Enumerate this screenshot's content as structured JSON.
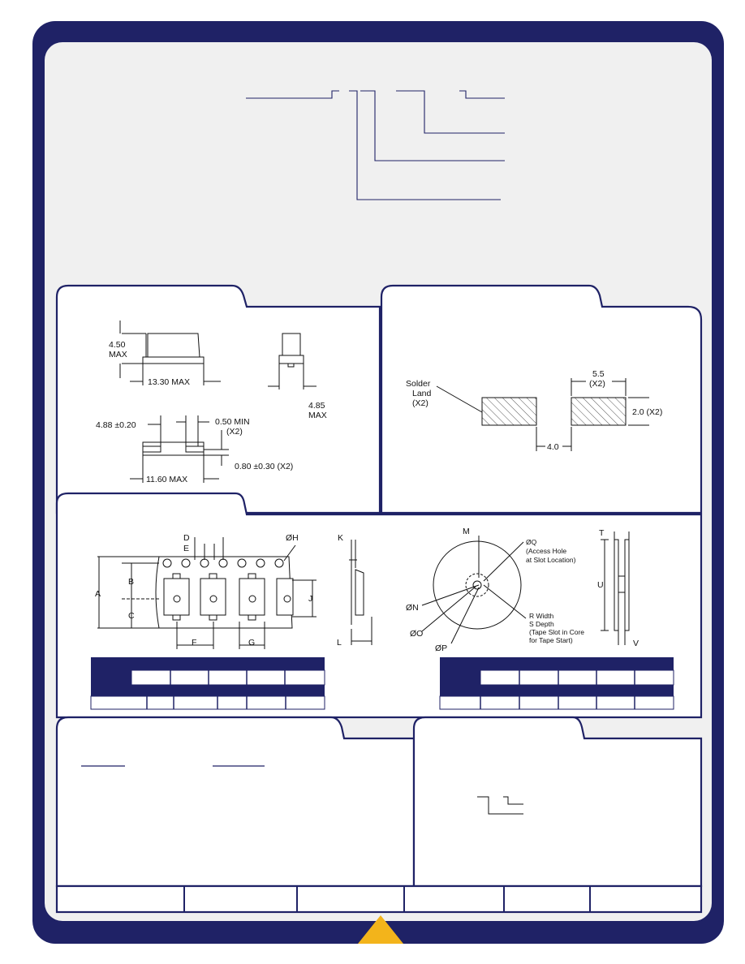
{
  "colors": {
    "frame": "#1f2266",
    "panel": "#f0f0f0",
    "accent": "#f3b41b",
    "hatch": "#555555"
  },
  "package": {
    "height_top": "4.50",
    "height_bottom": "MAX",
    "width": "13.30 MAX",
    "side_depth_top": "4.85",
    "side_depth_bottom": "MAX",
    "pitch": "4.88 ±0.20",
    "pad_gap_top": "0.50 MIN",
    "pad_gap_bottom": "(X2)",
    "pad_len": "0.80 ±0.30 (X2)",
    "body_len": "11.60 MAX"
  },
  "land": {
    "solder_1": "Solder",
    "solder_2": "Land",
    "solder_3": "(X2)",
    "width_top": "5.5",
    "width_bottom": "(X2)",
    "height": "2.0 (X2)",
    "gap": "4.0"
  },
  "tape": {
    "D": "D",
    "E": "E",
    "H": "ØH",
    "K": "K",
    "A": "A",
    "B": "B",
    "C": "C",
    "J": "J",
    "F": "F",
    "G": "G",
    "L": "L"
  },
  "reel": {
    "M": "M",
    "Q1": "ØQ",
    "Q2": "(Access Hole",
    "Q3": "at Slot Location)",
    "N": "ØN",
    "O": "ØO",
    "P": "ØP",
    "R1": "R Width",
    "R2": "S Depth",
    "R3": "(Tape Slot in Core",
    "R4": "for Tape Start)",
    "T": "T",
    "U": "U",
    "V": "V"
  }
}
